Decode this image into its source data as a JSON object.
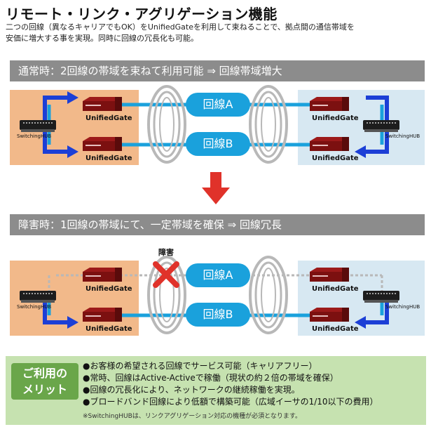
{
  "title": "リモート・リンク・アグリゲーション機能",
  "description": {
    "line1": "二つの回線（異なるキャリアでもOK）をUnifiedGateを利用して束ねることで、拠点間の通信帯域を",
    "line2": "安価に増大する事を実現。同時に回線の冗長化も可能。"
  },
  "normal": {
    "heading": "通常時：2回線の帯域を束ねて利用可能 ⇒ 回線帯域増大",
    "line_a": "回線A",
    "line_b": "回線B",
    "hub_label": "SwitchingHUB",
    "gate_label": "UnifiedGate"
  },
  "failure": {
    "heading": "障害時：1回線の帯域にて、一定帯域を確保 ⇒ 回線冗長",
    "fault_label": "障害",
    "line_a": "回線A",
    "line_b": "回線B",
    "hub_label": "SwitchingHUB",
    "gate_label": "UnifiedGate"
  },
  "benefits": {
    "badge_line1": "ご利用の",
    "badge_line2": "メリット",
    "items": [
      "●お客様の希望される回線でサービス可能（キャリアフリー）",
      "●常時、回線はActive-Activeで稼働（現状の約２倍の帯域を確保）",
      "●回線の冗長化により、ネットワークの継続稼働を実現。",
      "●ブロードバンド回線により低額で構築可能（広域イーサの1/10以下の費用）"
    ],
    "note": "※SwitchingHUBは、リンクアグリゲーション対応の機種が必須となります。"
  },
  "colors": {
    "left_site": "#f2b98a",
    "right_site": "#d7e8f2",
    "link_blue": "#1aa1dc",
    "arrow_blue": "#1c3fd6",
    "fault_red": "#e0322a",
    "band_gray": "#8c8c8c",
    "benefit_green": "#c6e2b0",
    "badge_green": "#6aa64a"
  }
}
